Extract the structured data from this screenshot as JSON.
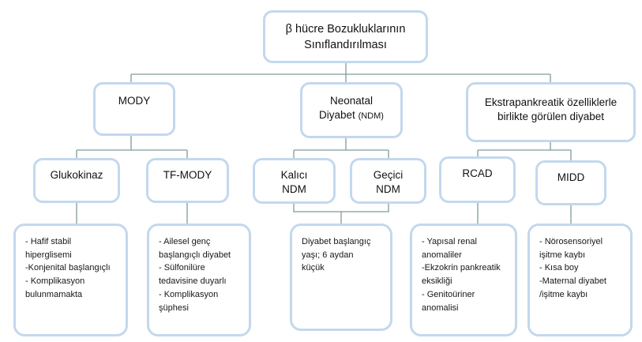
{
  "diagram": {
    "title": "β hücre Bozukluklarının Sınıflandırılması",
    "root": {
      "line1": "β hücre Bozukluklarının",
      "line2": "Sınıflandırılması"
    },
    "level2": [
      {
        "id": "mody",
        "label": "MODY"
      },
      {
        "id": "ndm",
        "line1": "Neonatal",
        "line2": "Diyabet",
        "suffix": "(NDM)"
      },
      {
        "id": "extrapancreatic",
        "line1": "Ekstrapankreatik özelliklerle",
        "line2": "birlikte görülen diyabet"
      }
    ],
    "level3": [
      {
        "id": "glukokinaz",
        "label": "Glukokinaz"
      },
      {
        "id": "tf-mody",
        "label": "TF-MODY"
      },
      {
        "id": "kalici-ndm",
        "line1": "Kalıcı",
        "line2": "NDM"
      },
      {
        "id": "gecici-ndm",
        "line1": "Geçici",
        "line2": "NDM"
      },
      {
        "id": "rcad",
        "label": "RCAD"
      },
      {
        "id": "midd",
        "label": "MIDD"
      }
    ],
    "details": [
      {
        "id": "glukokinaz-details",
        "text": "- Hafif stabil\nhiperglisemi\n-Konjenital başlangıçlı\n- Komplikasyon\nbulunmamakta"
      },
      {
        "id": "tf-mody-details",
        "text": "- Ailesel genç\nbaşlangıçlı diyabet\n- Sülfonilüre\ntedavisine duyarlı\n- Komplikasyon\nşüphesi"
      },
      {
        "id": "ndm-details",
        "text": "Diyabet başlangıç\nyaşı; 6 aydan\nküçük"
      },
      {
        "id": "rcad-details",
        "text": "- Yapısal renal\nanomaliler\n-Ekzokrin pankreatik\neksikliği\n- Genitoüriner\nanomalisi"
      },
      {
        "id": "midd-details",
        "text": "- Nörosensoriyel\nişitme kaybı\n- Kısa boy\n-Maternal diyabet\n/işitme kaybı"
      }
    ],
    "colors": {
      "box_border": "#c3d8ee",
      "connector": "#7f9c9c",
      "text": "#111111",
      "highlight": "#ffff66",
      "background": "#ffffff"
    }
  }
}
